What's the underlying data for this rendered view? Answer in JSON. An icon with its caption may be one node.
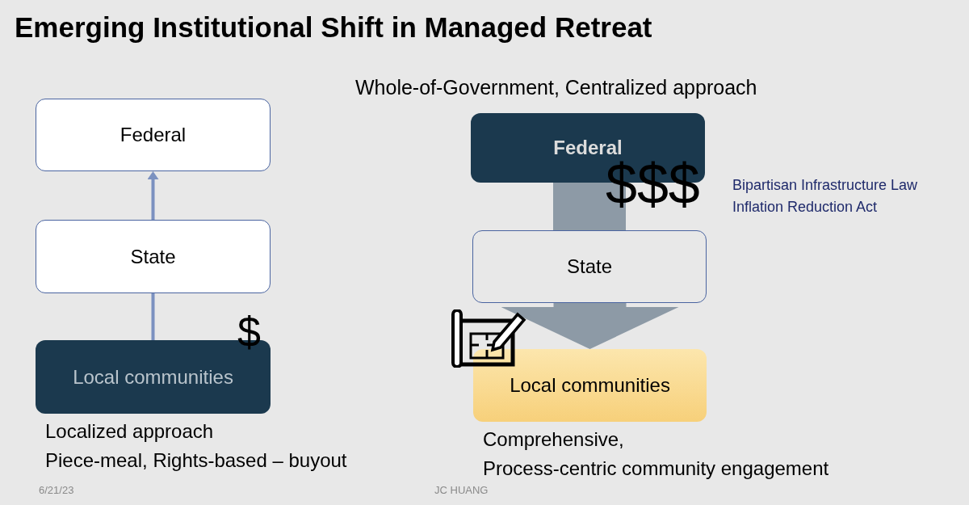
{
  "diagram": {
    "title": "Emerging Institutional Shift in Managed Retreat",
    "nodes": [
      {
        "text": [
          "Federal"
        ]
      },
      {
        "text": [
          "State"
        ]
      },
      {
        "text": [
          "Local communities"
        ],
        "beside": [
          "Localized approach",
          "Piece-meal, Rights-based – buyout"
        ]
      },
      {
        "text": [
          "Federal"
        ]
      },
      {
        "text": [
          "State"
        ]
      },
      {
        "text": [
          "Local communities"
        ],
        "beside": [
          "Comprehensive,",
          "Process-centric community engagement"
        ]
      }
    ],
    "edges": [
      {
        "from": 2,
        "to": 1,
        "arrow": "none",
        "color": "#7b91c0"
      },
      {
        "from": 1,
        "to": 0,
        "arrow": "to",
        "color": "#7b91c0"
      },
      {
        "from": 3,
        "to": 4,
        "arrow": "none",
        "style": "thick",
        "color": "#8d9aa6"
      },
      {
        "from": 4,
        "to": 5,
        "arrow": "to",
        "style": "thick",
        "color": "#8d9aa6"
      }
    ],
    "labels": [
      "Whole-of-Government, Centralized approach",
      "$",
      "$$$",
      "Bipartisan Infrastructure Law",
      "Inflation Reduction Act",
      "6/21/23",
      "JC HUANG"
    ]
  }
}
